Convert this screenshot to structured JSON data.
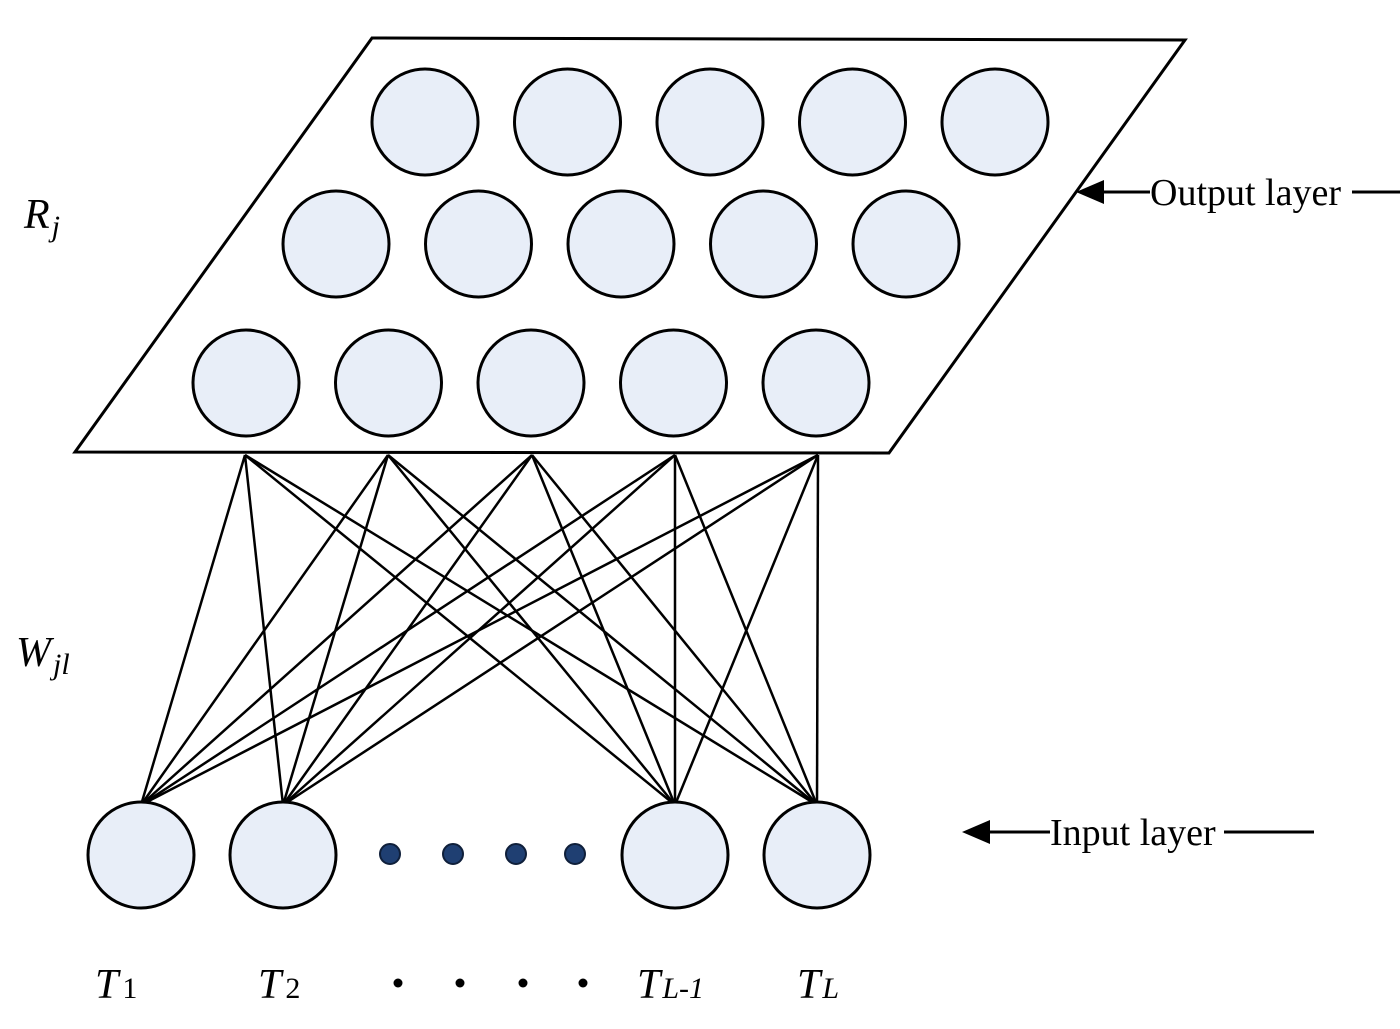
{
  "layers": {
    "output_label": "Output layer",
    "input_label": "Input layer"
  },
  "symbols": {
    "output_var": {
      "main": "R",
      "sub": "j"
    },
    "weight_var": {
      "main": "W",
      "sub": "jl"
    },
    "input_vars": [
      {
        "main": "T",
        "sub": "1"
      },
      {
        "main": "T",
        "sub": "2"
      },
      {
        "main": "T",
        "sub": "L-1"
      },
      {
        "main": "T",
        "sub": "L"
      }
    ],
    "ellipsis_dots": 4
  },
  "structure": {
    "output_grid_rows": 3,
    "output_grid_cols": 5,
    "input_nodes_shown": 4,
    "fully_connected": true
  },
  "colors": {
    "node_fill": "#e8eef8",
    "ellipsis_dot_fill": "#1f3f72",
    "stroke": "#000000"
  }
}
